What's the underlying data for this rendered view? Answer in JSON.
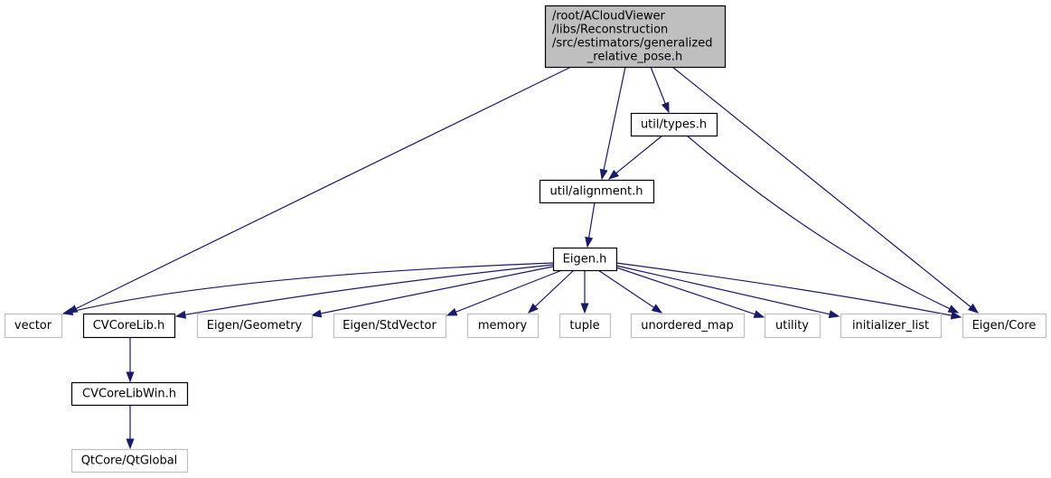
{
  "diagram": {
    "type": "include-dependency-graph",
    "colors": {
      "edge": "#191970",
      "root_fill": "#bfbfbf",
      "root_border": "#000000",
      "documented_border": "#000000",
      "external_border": "#bfbfbf",
      "text": "#000000"
    },
    "nodes": [
      {
        "id": "root",
        "lines": [
          "/root/ACloudViewer",
          "/libs/Reconstruction",
          "/src/estimators/generalized",
          "_relative_pose.h"
        ],
        "kind": "root"
      },
      {
        "id": "types",
        "lines": [
          "util/types.h"
        ],
        "kind": "documented"
      },
      {
        "id": "alignment",
        "lines": [
          "util/alignment.h"
        ],
        "kind": "documented"
      },
      {
        "id": "eigen",
        "lines": [
          "Eigen.h"
        ],
        "kind": "documented"
      },
      {
        "id": "vector",
        "lines": [
          "vector"
        ],
        "kind": "external"
      },
      {
        "id": "cvcorelib",
        "lines": [
          "CVCoreLib.h"
        ],
        "kind": "documented"
      },
      {
        "id": "geometry",
        "lines": [
          "Eigen/Geometry"
        ],
        "kind": "external"
      },
      {
        "id": "stdvector",
        "lines": [
          "Eigen/StdVector"
        ],
        "kind": "external"
      },
      {
        "id": "memory",
        "lines": [
          "memory"
        ],
        "kind": "external"
      },
      {
        "id": "tuple",
        "lines": [
          "tuple"
        ],
        "kind": "external"
      },
      {
        "id": "unordered_map",
        "lines": [
          "unordered_map"
        ],
        "kind": "external"
      },
      {
        "id": "utility",
        "lines": [
          "utility"
        ],
        "kind": "external"
      },
      {
        "id": "initializer_list",
        "lines": [
          "initializer_list"
        ],
        "kind": "external"
      },
      {
        "id": "eigencore",
        "lines": [
          "Eigen/Core"
        ],
        "kind": "external"
      },
      {
        "id": "cvcorelibwin",
        "lines": [
          "CVCoreLibWin.h"
        ],
        "kind": "documented"
      },
      {
        "id": "qtglobal",
        "lines": [
          "QtCore/QtGlobal"
        ],
        "kind": "external"
      }
    ],
    "edges": [
      {
        "from": "root",
        "to": "vector"
      },
      {
        "from": "root",
        "to": "alignment"
      },
      {
        "from": "root",
        "to": "types"
      },
      {
        "from": "root",
        "to": "eigencore"
      },
      {
        "from": "types",
        "to": "alignment"
      },
      {
        "from": "types",
        "to": "eigencore"
      },
      {
        "from": "alignment",
        "to": "eigen"
      },
      {
        "from": "eigen",
        "to": "vector"
      },
      {
        "from": "eigen",
        "to": "cvcorelib"
      },
      {
        "from": "eigen",
        "to": "geometry"
      },
      {
        "from": "eigen",
        "to": "stdvector"
      },
      {
        "from": "eigen",
        "to": "memory"
      },
      {
        "from": "eigen",
        "to": "tuple"
      },
      {
        "from": "eigen",
        "to": "unordered_map"
      },
      {
        "from": "eigen",
        "to": "utility"
      },
      {
        "from": "eigen",
        "to": "initializer_list"
      },
      {
        "from": "eigen",
        "to": "eigencore"
      },
      {
        "from": "cvcorelib",
        "to": "cvcorelibwin"
      },
      {
        "from": "cvcorelibwin",
        "to": "qtglobal"
      }
    ]
  }
}
